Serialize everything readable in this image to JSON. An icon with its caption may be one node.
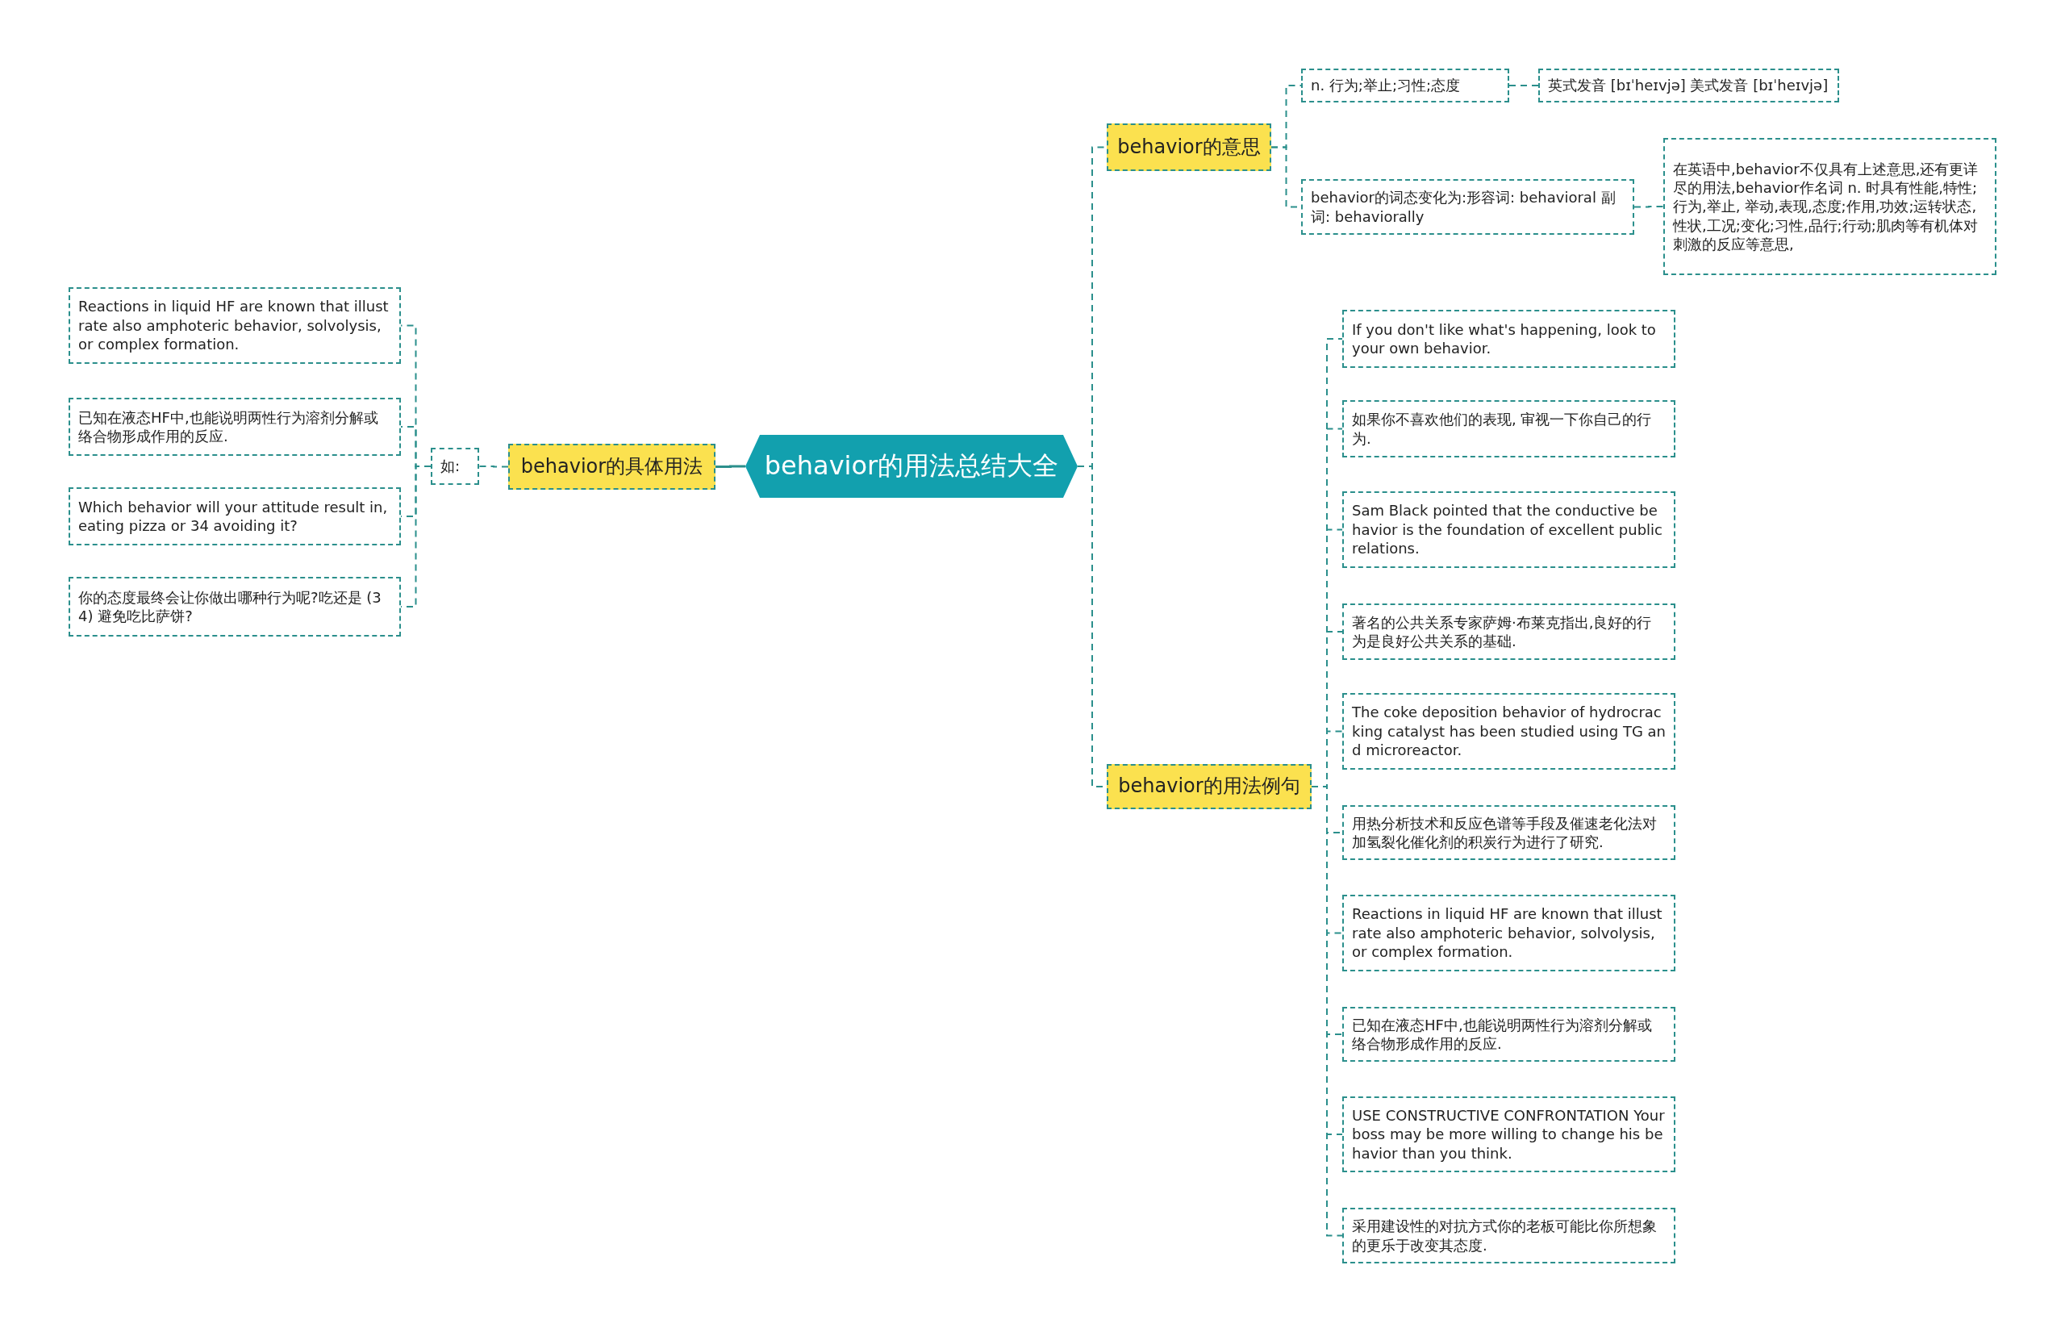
{
  "diagram": {
    "nodes": [
      {
        "text": [
          "behavior的用法总结大全"
        ]
      },
      {
        "text": [
          "behavior的具体用法"
        ]
      },
      {
        "text": [
          "如:"
        ]
      },
      {
        "text": [
          "Reactions in liquid HF are known that illustrate also amphoteric behavior, solvolysis, or complex formation."
        ]
      },
      {
        "text": [
          "已知在液态HF中,也能说明两性行为溶剂分解或络合物形成作用的反应."
        ]
      },
      {
        "text": [
          "Which behavior will your attitude result in, eating pizza or 34 avoiding it?"
        ]
      },
      {
        "text": [
          "你的态度最终会让你做出哪种行为呢?吃还是 (34) 避免吃比萨饼?"
        ]
      },
      {
        "text": [
          "behavior的意思"
        ]
      },
      {
        "text": [
          "n. 行为;举止;习性;态度"
        ]
      },
      {
        "text": [
          "英式发音 [bɪˈheɪvjə] 美式发音 [bɪˈheɪvjə]"
        ]
      },
      {
        "text": [
          "behavior的词态变化为:形容词: behavioral 副词: behaviorally"
        ]
      },
      {
        "text": [
          "在英语中,behavior不仅具有上述意思,还有更详尽的用法,behavior作名词 n. 时具有性能,特性;行为,举止, 举动,表现,态度;作用,功效;运转状态,性状,工况;变化;习性,品行;行动;肌肉等有机体对刺激的反应等意思,"
        ]
      },
      {
        "text": [
          "behavior的用法例句"
        ]
      },
      {
        "text": [
          "If you don't like what's happening, look to your own behavior."
        ]
      },
      {
        "text": [
          "如果你不喜欢他们的表现, 审视一下你自己的行为."
        ]
      },
      {
        "text": [
          "Sam Black pointed that the conductive behavior is the foundation of excellent public relations."
        ]
      },
      {
        "text": [
          "著名的公共关系专家萨姆·布莱克指出,良好的行为是良好公共关系的基础."
        ]
      },
      {
        "text": [
          "The coke deposition behavior of hydrocracking catalyst has been studied using TG and microreactor."
        ]
      },
      {
        "text": [
          "用热分析技术和反应色谱等手段及催速老化法对加氢裂化催化剂的积炭行为进行了研究."
        ]
      },
      {
        "text": [
          "Reactions in liquid HF are known that illustrate also amphoteric behavior, solvolysis, or complex formation."
        ]
      },
      {
        "text": [
          "已知在液态HF中,也能说明两性行为溶剂分解或络合物形成作用的反应."
        ]
      },
      {
        "text": [
          "USE CONSTRUCTIVE CONFRONTATION Your boss may be more willing to change his behavior than you think."
        ]
      },
      {
        "text": [
          "采用建设性的对抗方式你的老板可能比你所想象的更乐于改变其态度."
        ]
      }
    ],
    "edges": [
      {
        "from": 0,
        "to": 1,
        "arrow": "none"
      },
      {
        "from": 1,
        "to": 2,
        "arrow": "none",
        "style": "dashed"
      },
      {
        "from": 2,
        "to": 3,
        "arrow": "none",
        "style": "dashed"
      },
      {
        "from": 2,
        "to": 4,
        "arrow": "none",
        "style": "dashed"
      },
      {
        "from": 2,
        "to": 5,
        "arrow": "none",
        "style": "dashed"
      },
      {
        "from": 2,
        "to": 6,
        "arrow": "none",
        "style": "dashed"
      },
      {
        "from": 0,
        "to": 7,
        "arrow": "none",
        "style": "dashed"
      },
      {
        "from": 7,
        "to": 8,
        "arrow": "none",
        "style": "dashed"
      },
      {
        "from": 8,
        "to": 9,
        "arrow": "none",
        "style": "dashed"
      },
      {
        "from": 7,
        "to": 10,
        "arrow": "none",
        "style": "dashed"
      },
      {
        "from": 10,
        "to": 11,
        "arrow": "none",
        "style": "dashed"
      },
      {
        "from": 0,
        "to": 12,
        "arrow": "none",
        "style": "dashed"
      },
      {
        "from": 12,
        "to": 13,
        "arrow": "none",
        "style": "dashed"
      },
      {
        "from": 12,
        "to": 14,
        "arrow": "none",
        "style": "dashed"
      },
      {
        "from": 12,
        "to": 15,
        "arrow": "none",
        "style": "dashed"
      },
      {
        "from": 12,
        "to": 16,
        "arrow": "none",
        "style": "dashed"
      },
      {
        "from": 12,
        "to": 17,
        "arrow": "none",
        "style": "dashed"
      },
      {
        "from": 12,
        "to": 18,
        "arrow": "none",
        "style": "dashed"
      },
      {
        "from": 12,
        "to": 19,
        "arrow": "none",
        "style": "dashed"
      },
      {
        "from": 12,
        "to": 20,
        "arrow": "none",
        "style": "dashed"
      },
      {
        "from": 12,
        "to": 21,
        "arrow": "none",
        "style": "dashed"
      },
      {
        "from": 12,
        "to": 22,
        "arrow": "none",
        "style": "dashed"
      }
    ]
  }
}
